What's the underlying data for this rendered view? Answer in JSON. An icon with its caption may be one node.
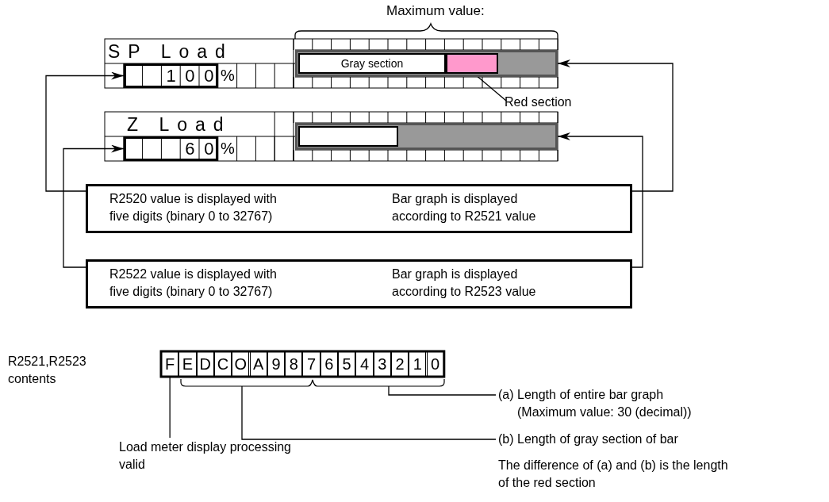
{
  "diagram": {
    "nodes": [
      {
        "text": [
          "100"
        ],
        "beside": [
          "%"
        ]
      },
      {
        "text": [],
        "shape": "bar"
      },
      {
        "text": [
          "Gray section"
        ],
        "in": 1
      },
      {
        "text": [],
        "shape": "box",
        "in": 1
      },
      {
        "text": [
          "Red section"
        ]
      },
      {
        "text": [
          "60"
        ],
        "beside": [
          "%"
        ]
      },
      {
        "text": [],
        "shape": "bar"
      },
      {
        "text": [],
        "shape": "box",
        "in": 6
      },
      {
        "text": [
          "R2520 value is displayed with five digits (binary 0 to 32767)",
          "Bar graph is displayed according to R2521 value"
        ]
      },
      {
        "text": [
          "R2522 value is displayed with five digits (binary 0 to 32767)",
          "Bar graph is displayed according to R2523 value"
        ]
      },
      {
        "text": [
          "F"
        ]
      },
      {
        "text": [
          "Load meter display processing valid"
        ]
      },
      {
        "text": [
          "(a) Length of entire bar graph",
          "(Maximum value: 30 (decimal))"
        ]
      },
      {
        "text": [
          "(b) Length of gray section of bar"
        ]
      }
    ],
    "edges": [
      {
        "from": 8,
        "to": 0,
        "arrow": "to"
      },
      {
        "from": 8,
        "to": 1,
        "arrow": "to"
      },
      {
        "from": 9,
        "to": 5,
        "arrow": "to"
      },
      {
        "from": 9,
        "to": 6,
        "arrow": "to"
      },
      {
        "from": 4,
        "to": 3,
        "arrow": "none"
      },
      {
        "from": 10,
        "to": 11,
        "arrow": "none"
      },
      {
        "from": null,
        "to": 12,
        "arrow": "none"
      },
      {
        "from": null,
        "to": 13,
        "arrow": "none"
      }
    ],
    "labels": [
      "Maximum value:",
      "SP Load",
      "Z Load",
      "R2521,R2523 contents",
      "E",
      "D",
      "C",
      "O",
      "A",
      "9",
      "8",
      "7",
      "6",
      "5",
      "4",
      "3",
      "2",
      "1",
      "0",
      "The difference of (a) and (b) is the length of the red section"
    ]
  }
}
